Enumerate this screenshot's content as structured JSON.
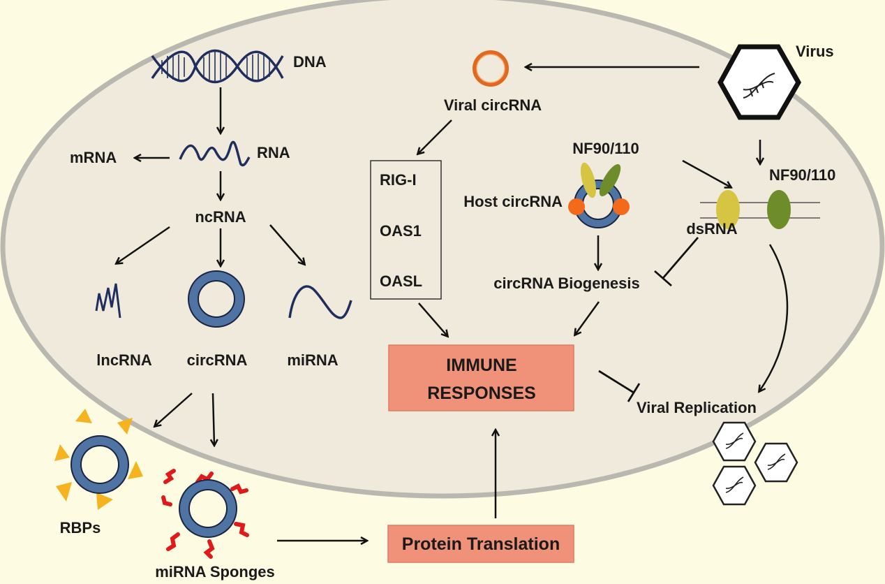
{
  "colors": {
    "background": "#fdfbe1",
    "cell_fill": "#efeadb",
    "cell_border": "#b9b8b0",
    "circrna_blue": "#4f74a3",
    "viral_circrna_orange": "#e0681f",
    "box_salmon": "#f0917a",
    "rbp_yellow": "#f5b320",
    "sponge_red": "#e01a1a",
    "nf90_yellow": "#d6c443",
    "nf110_green": "#6e8d2a",
    "host_dot_orange": "#f26a1a"
  },
  "labels": {
    "dna": "DNA",
    "rna": "RNA",
    "mrna": "mRNA",
    "ncrna": "ncRNA",
    "lncrna": "lncRNA",
    "circrna": "circRNA",
    "mirna": "miRNA",
    "rbps": "RBPs",
    "mirna_sponges": "miRNA Sponges",
    "protein_translation": "Protein Translation",
    "immune_line1": "IMMUNE",
    "immune_line2": "RESPONSES",
    "viral_circrna": "Viral circRNA",
    "virus": "Virus",
    "sensors": [
      "RIG-I",
      "OAS1",
      "OASL"
    ],
    "nf_left": "NF90/110",
    "nf_right": "NF90/110",
    "host_circrna": "Host circRNA",
    "dsrna": "dsRNA",
    "biogenesis": "circRNA Biogenesis",
    "viral_replication": "Viral Replication"
  },
  "icons": [
    "dna-helix-icon",
    "rna-wave-icon",
    "circrna-ring-icon",
    "virus-hexagon-icon",
    "protein-ellipse-icon"
  ]
}
